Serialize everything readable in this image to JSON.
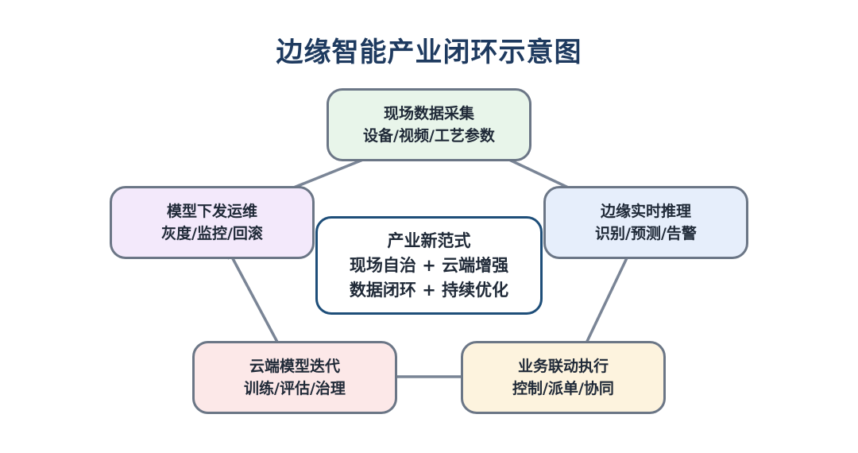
{
  "title": "边缘智能产业闭环示意图",
  "nodes": [
    {
      "id": "collect",
      "line1": "现场数据采集",
      "line2": "设备/视频/工艺参数",
      "fill": "#e8f5ea"
    },
    {
      "id": "infer",
      "line1": "边缘实时推理",
      "line2": "识别/预测/告警",
      "fill": "#e6eefb"
    },
    {
      "id": "execute",
      "line1": "业务联动执行",
      "line2": "控制/派单/协同",
      "fill": "#fdf3de"
    },
    {
      "id": "iterate",
      "line1": "云端模型迭代",
      "line2": "训练/评估/治理",
      "fill": "#fce8e8"
    },
    {
      "id": "deploy",
      "line1": "模型下发运维",
      "line2": "灰度/监控/回滚",
      "fill": "#f3e9fb"
    }
  ],
  "center": {
    "line1": "产业新范式",
    "line2": "现场自治 + 云端增强",
    "line3": "数据闭环 + 持续优化"
  },
  "colors": {
    "arrow": "#7a8596",
    "node_border": "#6b7686",
    "center_border": "#1e4e79",
    "title": "#1e3a5f"
  }
}
